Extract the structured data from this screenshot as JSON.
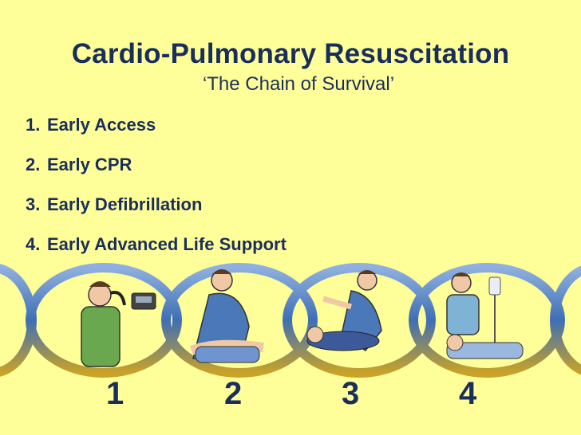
{
  "title": "Cardio-Pulmonary Resuscitation",
  "subtitle": "‘The Chain of Survival’",
  "steps": [
    {
      "num": "1.",
      "label": "Early Access"
    },
    {
      "num": "2.",
      "label": "Early CPR"
    },
    {
      "num": "3.",
      "label": "Early Defibrillation"
    },
    {
      "num": "4.",
      "label": "Early Advanced Life Support"
    }
  ],
  "chain_numbers": [
    "1",
    "2",
    "3",
    "4"
  ],
  "colors": {
    "background": "#FFFF99",
    "text": "#1a2e5c",
    "ring_blue": "#3f6fb5",
    "ring_gold": "#c9a227"
  }
}
